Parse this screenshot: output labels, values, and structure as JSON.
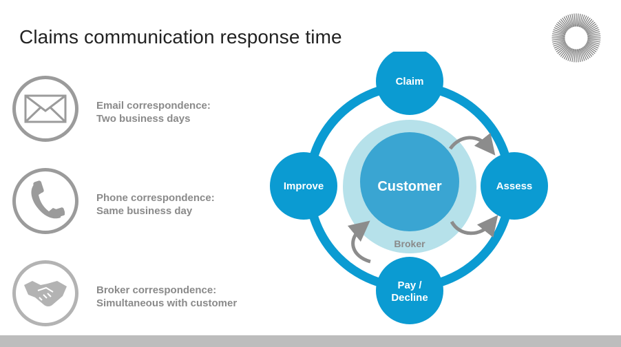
{
  "slide": {
    "title": "Claims communication response time"
  },
  "channels": [
    {
      "icon": "envelope-icon",
      "line1": "Email correspondence:",
      "line2": "Two business days"
    },
    {
      "icon": "phone-icon",
      "line1": "Phone correspondence:",
      "line2": "Same business day"
    },
    {
      "icon": "handshake-icon",
      "line1": "Broker correspondence:",
      "line2": "Simultaneous with customer"
    }
  ],
  "cycle": {
    "center": "Customer",
    "ring_label": "Broker",
    "nodes": {
      "top": "Claim",
      "right": "Assess",
      "bottom_line1": "Pay /",
      "bottom_line2": "Decline",
      "left": "Improve"
    }
  },
  "colors": {
    "primary_blue": "#0b9bd2",
    "center_blue": "#3aa5d2",
    "ring_light": "#b6e1ea",
    "icon_gray": "#9b9b9b",
    "text_gray": "#8a8a8a",
    "arrow_gray": "#8c8c8c",
    "footer_gray": "#bdbdbd"
  }
}
